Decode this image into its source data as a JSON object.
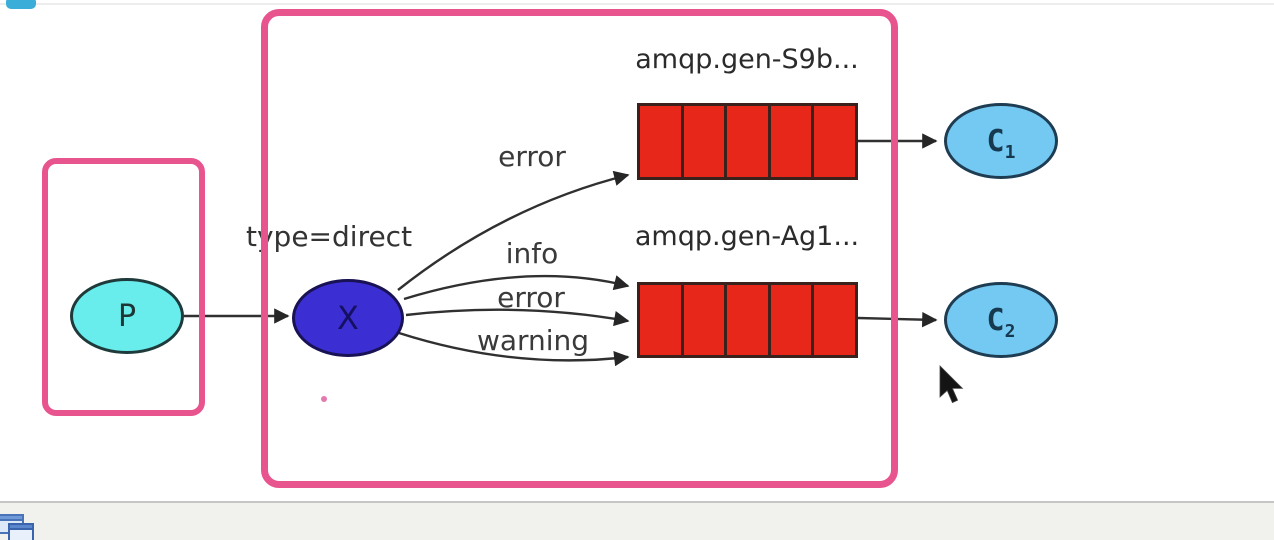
{
  "diagram": {
    "producer": {
      "label": "P"
    },
    "exchange": {
      "label": "X",
      "type_label": "type=direct"
    },
    "queues": [
      {
        "name": "amqp.gen-S9b..."
      },
      {
        "name": "amqp.gen-Ag1..."
      }
    ],
    "consumers": [
      {
        "label": "C",
        "subscript": "1"
      },
      {
        "label": "C",
        "subscript": "2"
      }
    ],
    "bindings": [
      {
        "key": "error"
      },
      {
        "key": "info"
      },
      {
        "key": "error"
      },
      {
        "key": "warning"
      }
    ]
  },
  "colors": {
    "frame_pink": "#e8548e",
    "producer_fill": "#68ecec",
    "exchange_fill": "#3b2ed2",
    "queue_fill": "#e8271b",
    "consumer_fill": "#74c9f2",
    "arrow_stroke": "#303030",
    "bottom_bar_bg": "#f1f1ee"
  },
  "icons": {
    "cursor": "mouse-pointer-icon",
    "bottom_left": "app-windows-icon"
  }
}
